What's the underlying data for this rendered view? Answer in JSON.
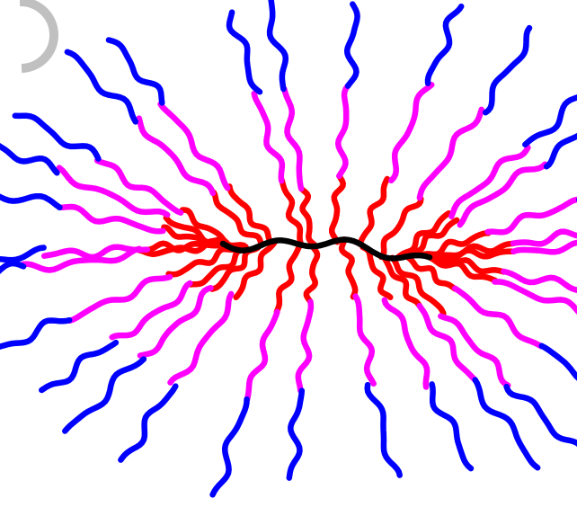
{
  "colors": {
    "background": "#ffffff",
    "backbone": "#000000",
    "inner": "#ff0000",
    "middle": "#ff00ff",
    "outer": "#0000ff",
    "ring": "#c0c0c0"
  },
  "icons": [
    "partial-ring-shape"
  ],
  "structure": {
    "backbone_count": 1,
    "arms_per_side_near_backbone": "many",
    "segments_per_arm": [
      "inner",
      "middle",
      "outer"
    ]
  }
}
